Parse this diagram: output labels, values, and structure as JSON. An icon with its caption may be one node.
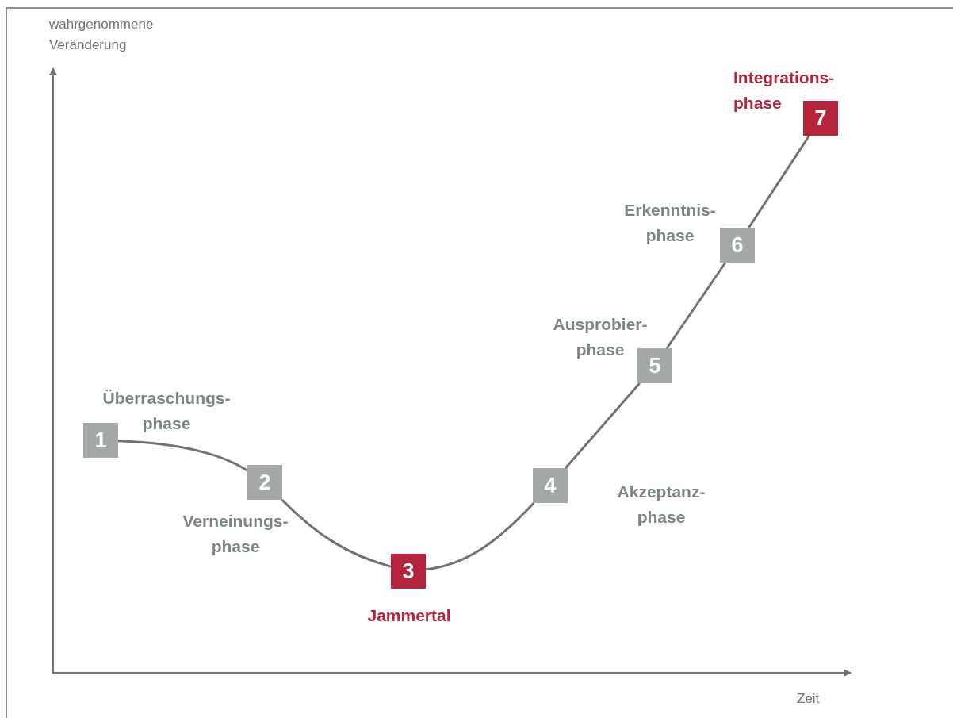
{
  "diagram": {
    "nodes": [
      {
        "text": [
          "1"
        ],
        "beside": [
          "Überraschungs- phase"
        ]
      },
      {
        "text": [
          "2"
        ],
        "beside": [
          "Verneinungs- phase"
        ]
      },
      {
        "text": [
          "3"
        ],
        "beside": [
          "Jammertal"
        ]
      },
      {
        "text": [
          "4"
        ],
        "beside": [
          "Akzeptanz- phase"
        ]
      },
      {
        "text": [
          "5"
        ],
        "beside": [
          "Ausprobier- phase"
        ]
      },
      {
        "text": [
          "6"
        ],
        "beside": [
          "Erkenntnis- phase"
        ]
      },
      {
        "text": [
          "7"
        ],
        "beside": [
          "Integrations- phase"
        ]
      }
    ],
    "edges": [
      {
        "from": 0,
        "to": 1,
        "arrow": "none"
      },
      {
        "from": 1,
        "to": 2,
        "arrow": "none"
      },
      {
        "from": 2,
        "to": 3,
        "arrow": "none"
      },
      {
        "from": 3,
        "to": 4,
        "arrow": "none"
      },
      {
        "from": 4,
        "to": 5,
        "arrow": "none"
      },
      {
        "from": 5,
        "to": 6,
        "arrow": "none"
      }
    ],
    "labels": [
      "wahrgenommene Veränderung",
      "Zeit"
    ]
  }
}
